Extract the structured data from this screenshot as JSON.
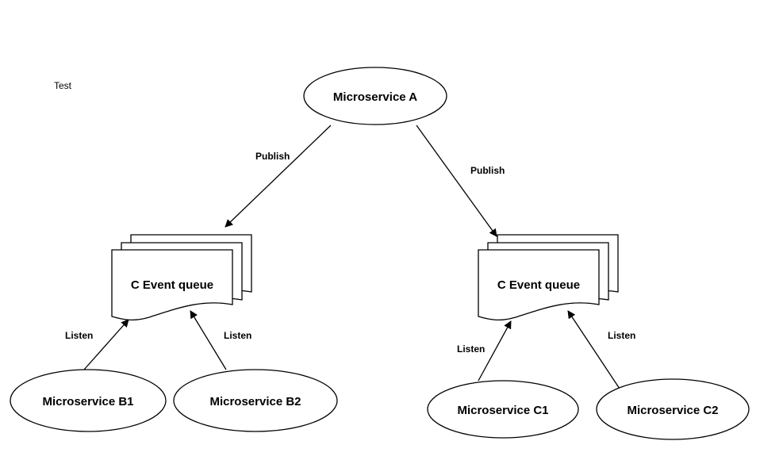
{
  "caption": "Test",
  "nodes": {
    "microservice_a": "Microservice A",
    "queue_left": "C Event queue",
    "queue_right": "C Event queue",
    "microservice_b1": "Microservice B1",
    "microservice_b2": "Microservice B2",
    "microservice_c1": "Microservice C1",
    "microservice_c2": "Microservice C2"
  },
  "edges": {
    "a_to_left_queue": "Publish",
    "a_to_right_queue": "Publish",
    "b1_to_left_queue": "Listen",
    "b2_to_left_queue": "Listen",
    "c1_to_right_queue": "Listen",
    "c2_to_right_queue": "Listen"
  }
}
